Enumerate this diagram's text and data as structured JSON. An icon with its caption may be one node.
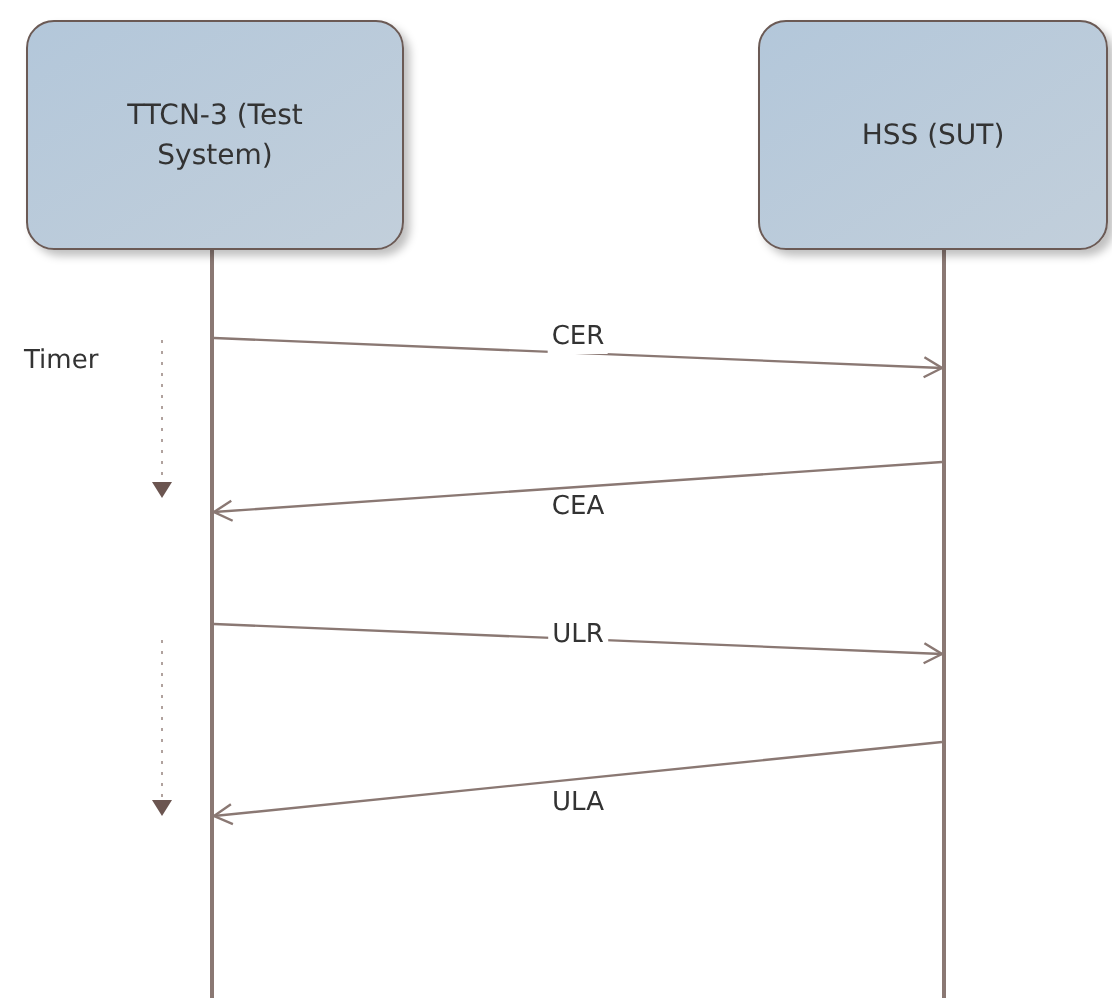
{
  "diagram": {
    "nodes": [
      {
        "text": [
          "TTCN-3 (Test System)"
        ]
      },
      {
        "text": [
          "HSS (SUT)"
        ]
      },
      {
        "text": [],
        "shape": "line"
      },
      {
        "text": [],
        "shape": "line"
      }
    ],
    "edges": [
      {
        "from": 2,
        "to": 3,
        "arrow": "to",
        "label": "CER"
      },
      {
        "from": 3,
        "to": 2,
        "arrow": "to",
        "label": "CEA"
      },
      {
        "from": 2,
        "to": 3,
        "arrow": "to",
        "label": "ULR"
      },
      {
        "from": 3,
        "to": 2,
        "arrow": "to",
        "label": "ULA"
      }
    ],
    "labels": [
      "Timer"
    ]
  }
}
